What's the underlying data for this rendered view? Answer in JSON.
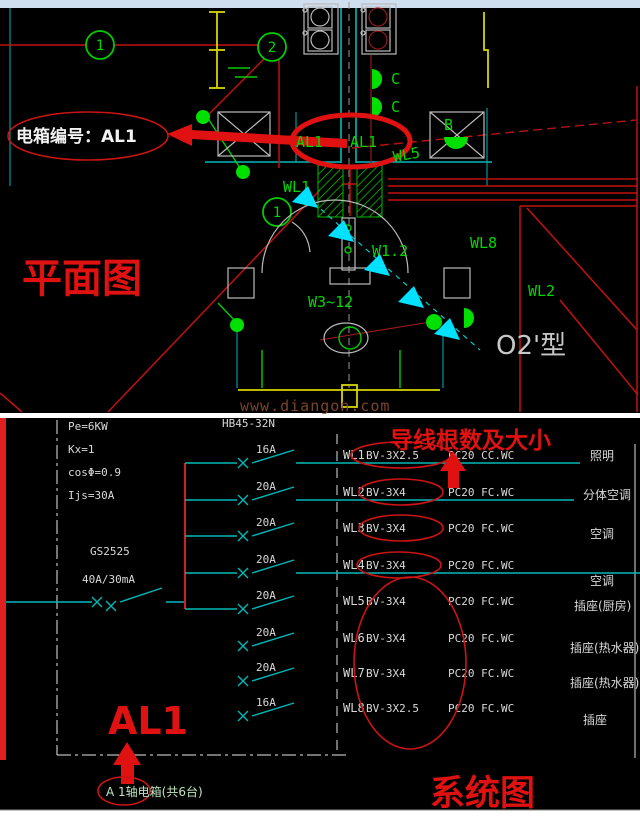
{
  "floor_plan": {
    "title": "平面图",
    "callout_label": "电箱编号：AL1",
    "al1_left": "AL1",
    "al1_right": "AL1",
    "bubbles": [
      "1",
      "2",
      "1"
    ],
    "labels": {
      "wl1": "WL1",
      "wl5": "WL5",
      "w1_2": "W1.2",
      "w3_12": "W3~12",
      "wl8": "WL8",
      "wl2": "WL2",
      "b": "B",
      "c_top": "C",
      "c_bottom": "C",
      "type_label": "O2'型"
    },
    "watermark": "www.diangon.com"
  },
  "system": {
    "title": "系统图",
    "wire_note": "导线根数及大小",
    "panel_big_label": "AL1",
    "caption": "A 1轴电箱(共6台)",
    "incoming": {
      "pe": "Pe=6KW",
      "kx": "Kx=1",
      "cos": "cosΦ=0.9",
      "ijs": "Ijs=30A",
      "rcd_model": "GS2525",
      "rcd_rating": "40A/30mA",
      "breaker_model": "HB45-32N"
    },
    "circuits": [
      {
        "id": "WL1",
        "breaker": "16A",
        "wire": "BV-3X2.5",
        "conduit": "PC20 CC.WC",
        "load": "照明"
      },
      {
        "id": "WL2",
        "breaker": "20A",
        "wire": "BV-3X4",
        "conduit": "PC20 FC.WC",
        "load": "分体空调"
      },
      {
        "id": "WL3",
        "breaker": "20A",
        "wire": "BV-3X4",
        "conduit": "PC20 FC.WC",
        "load": "空调"
      },
      {
        "id": "WL4",
        "breaker": "20A",
        "wire": "BV-3X4",
        "conduit": "PC20 FC.WC",
        "load": "空调"
      },
      {
        "id": "WL5",
        "breaker": "20A",
        "wire": "BV-3X4",
        "conduit": "PC20 FC.WC",
        "load": "插座(厨房)"
      },
      {
        "id": "WL6",
        "breaker": "20A",
        "wire": "BV-3X4",
        "conduit": "PC20 FC.WC",
        "load": "插座(热水器)"
      },
      {
        "id": "WL7",
        "breaker": "20A",
        "wire": "BV-3X4",
        "conduit": "PC20 FC.WC",
        "load": "插座(热水器)"
      },
      {
        "id": "WL8",
        "breaker": "16A",
        "wire": "BV-3X2.5",
        "conduit": "PC20 FC.WC",
        "load": "插座"
      }
    ]
  },
  "colors": {
    "annotation_red": "#e01111",
    "cad_green": "#00d800",
    "cad_cyan": "#00b9b9",
    "cad_yellow": "#d6d600",
    "background": "#000000"
  }
}
